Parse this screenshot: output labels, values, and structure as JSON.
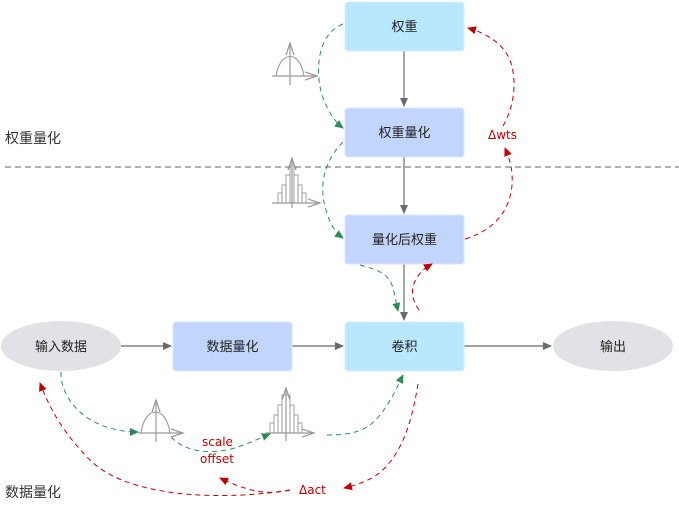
{
  "sections": {
    "weight_quant": "权重量化",
    "data_quant": "数据量化"
  },
  "nodes": {
    "weight": "权重",
    "weight_quant": "权重量化",
    "quantized_weight": "量化后权重",
    "input_data": "输入数据",
    "data_quant": "数据量化",
    "conv": "卷积",
    "output": "输出"
  },
  "annotations": {
    "delta_wts": "Δwts",
    "scale": "scale",
    "offset": "offset",
    "delta_act": "Δact"
  },
  "icons": {
    "continuous_distribution": "bell-curve-icon",
    "quantized_distribution": "histogram-icon"
  },
  "colors": {
    "weight_node": "#b9e7fb",
    "quant_node": "#c2d5fd",
    "io_node": "#e1e2e6",
    "forward_arrow": "#666a73",
    "green_flow": "#2e8b57",
    "red_flow": "#c00000",
    "divider": "#666666"
  }
}
